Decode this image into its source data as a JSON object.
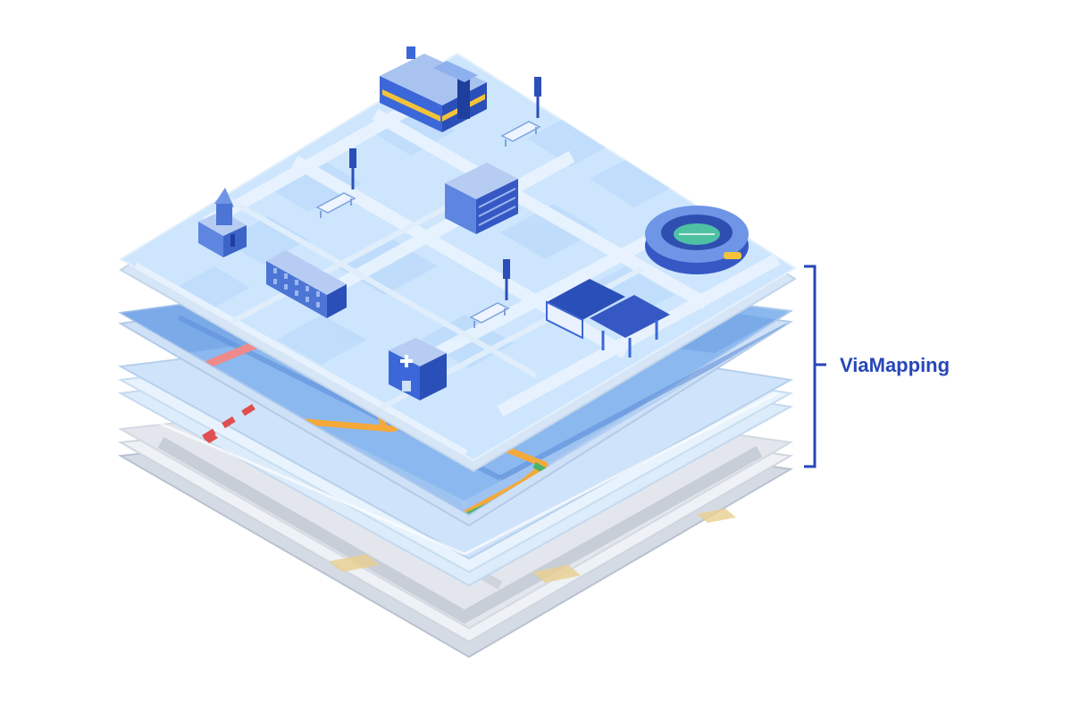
{
  "diagram": {
    "label": "ViaMapping",
    "accent_color": "#2747b8",
    "layers": [
      {
        "name": "base-map",
        "color": "#dfe3ea"
      },
      {
        "name": "lane-layer",
        "color": "#cfe6fb"
      },
      {
        "name": "road-layer",
        "color": "#7fb2ee"
      },
      {
        "name": "poi-layer",
        "color": "#cfe8fd"
      }
    ],
    "icons": [
      "shopping-mall-icon",
      "church-icon",
      "office-building-icon",
      "apartment-building-icon",
      "stadium-icon",
      "hospital-icon",
      "gas-station-icon",
      "bench-icon",
      "flag-icon"
    ]
  }
}
